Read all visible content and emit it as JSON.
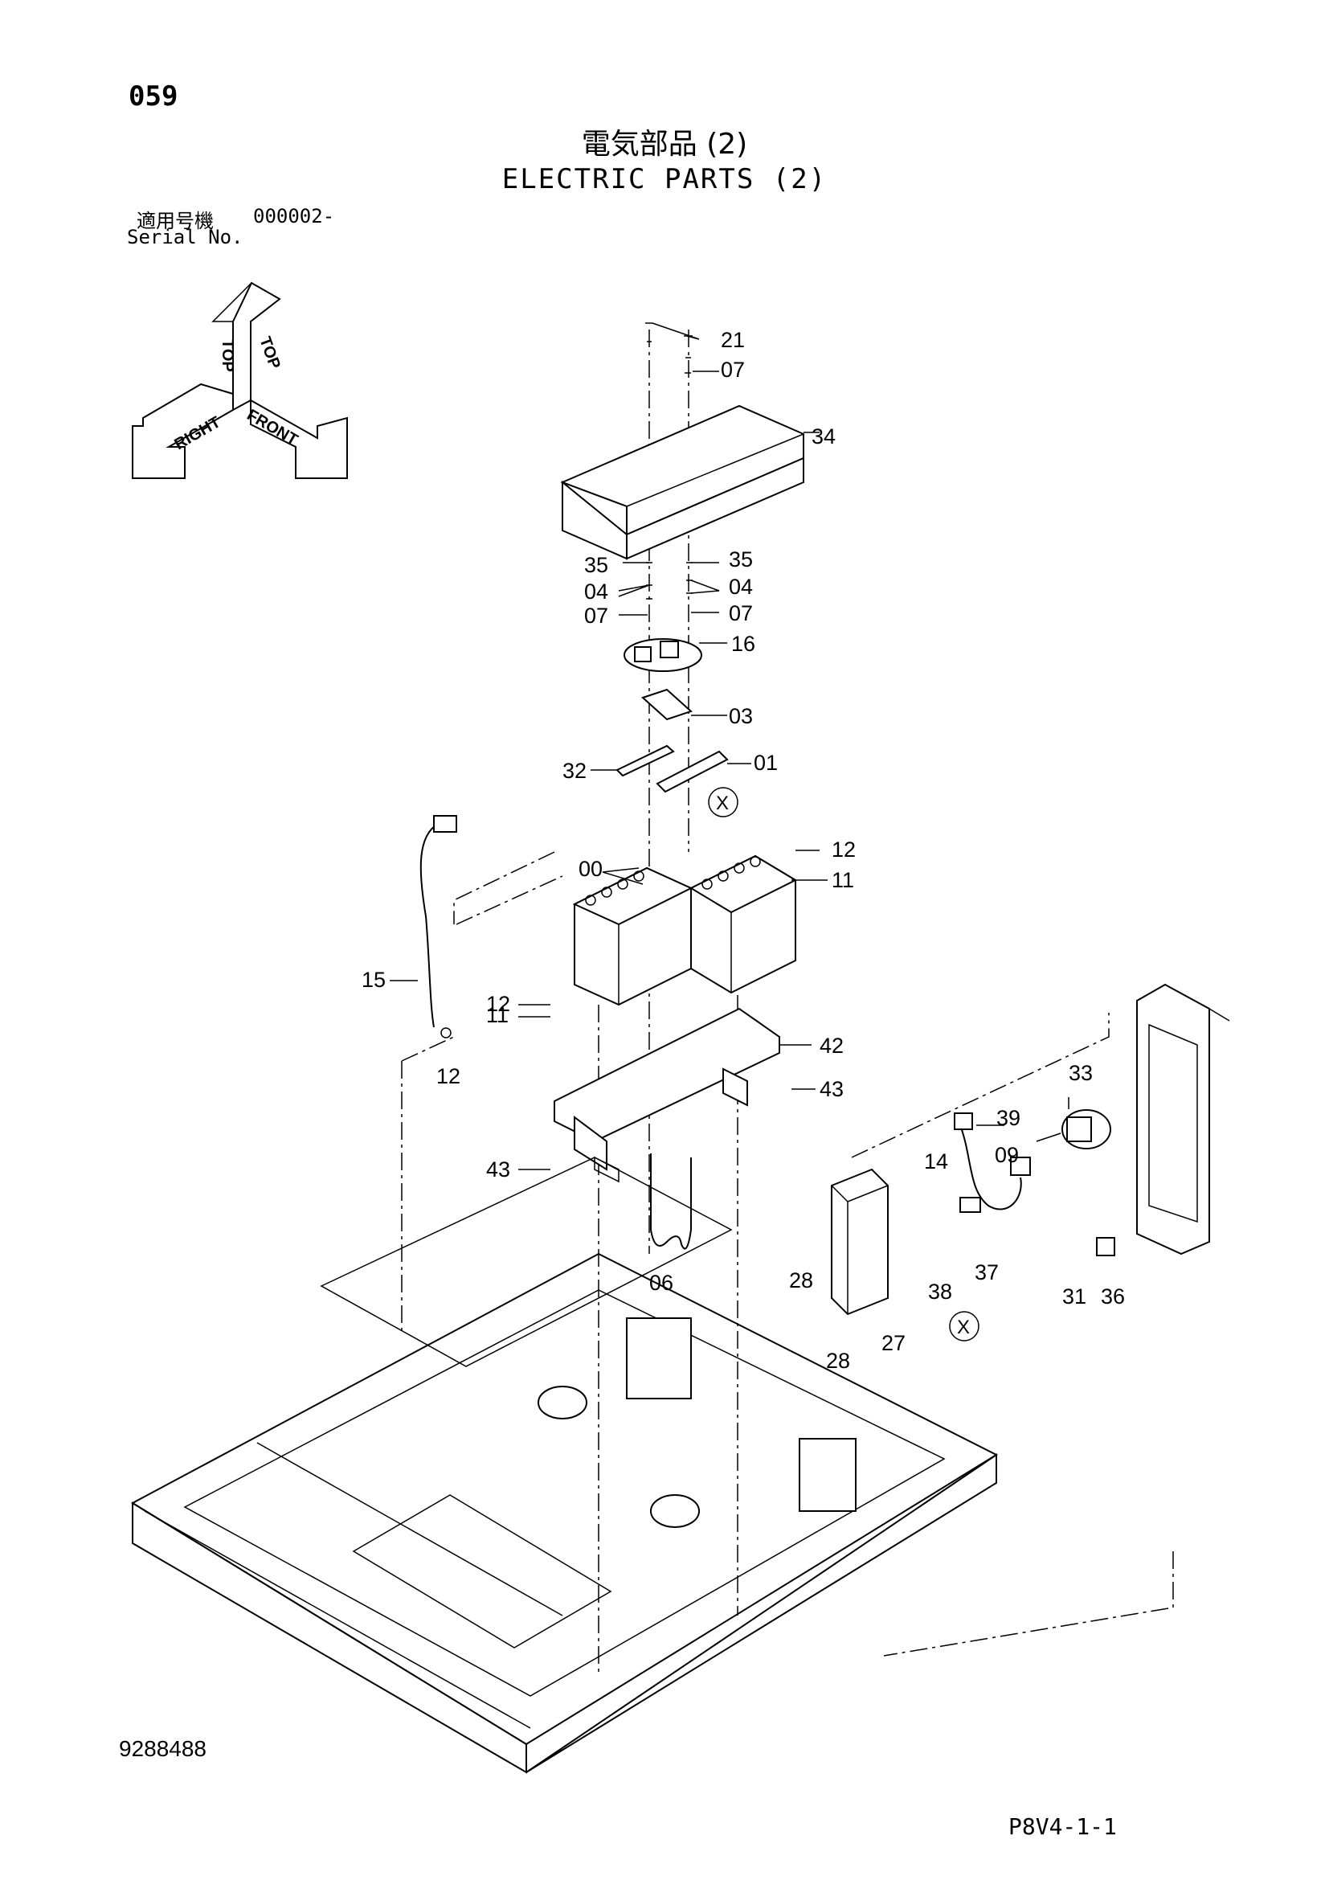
{
  "header": {
    "page_number": "059",
    "title_jp": "電気部品 (2)",
    "title_en": "ELECTRIC PARTS (2)",
    "serial_label_jp": "適用号機",
    "serial_value": "000002-",
    "serial_label_en": "Serial No."
  },
  "orientation": {
    "top": "TOP",
    "right": "RIGHT",
    "front": "FRONT"
  },
  "callouts": {
    "c21": "21",
    "c07a": "07",
    "c34": "34",
    "c35l": "35",
    "c35r": "35",
    "c04l": "04",
    "c04r": "04",
    "c07l": "07",
    "c07r": "07",
    "c16": "16",
    "c03": "03",
    "c32": "32",
    "c01": "01",
    "cX1": "X",
    "c12a": "12",
    "c00": "00",
    "c11a": "11",
    "c15": "15",
    "c12b": "12",
    "c11b": "11",
    "c12c": "12",
    "c42": "42",
    "c43a": "43",
    "c43b": "43",
    "c06": "06",
    "c33": "33",
    "c39": "39",
    "c09": "09",
    "c14": "14",
    "c28a": "28",
    "c38": "38",
    "c37": "37",
    "c31": "31",
    "c36": "36",
    "c27": "27",
    "c28b": "28",
    "cX2": "X"
  },
  "footer": {
    "doc_id": "9288488",
    "page_code": "P8V4-1-1"
  }
}
